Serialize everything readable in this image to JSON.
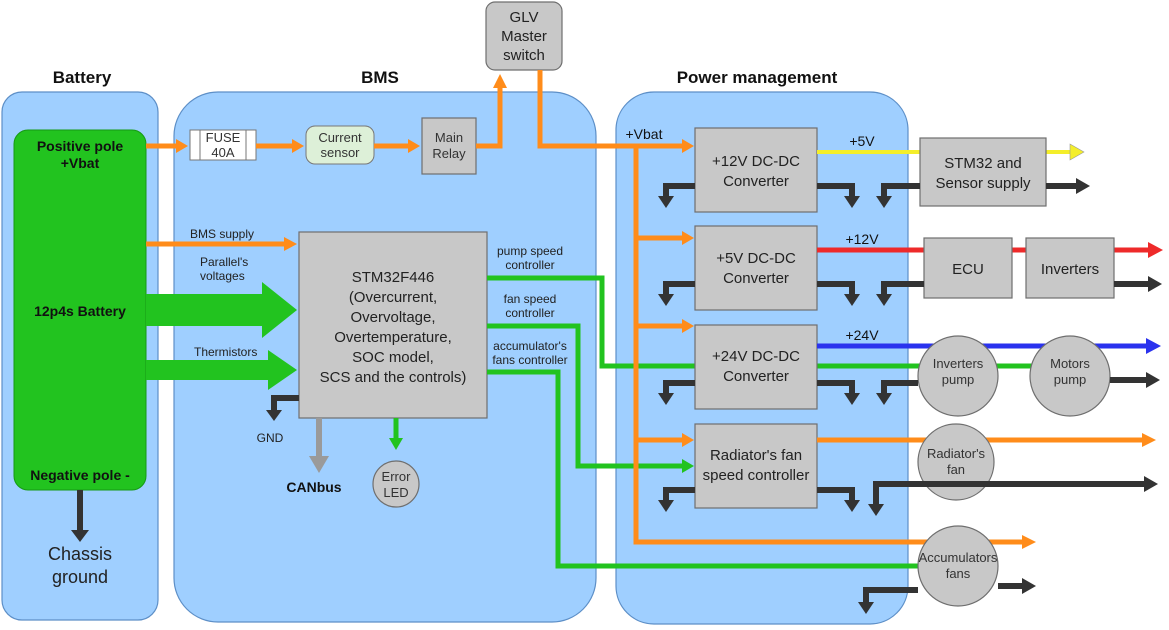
{
  "headers": {
    "battery": "Battery",
    "bms": "BMS",
    "power": "Power management"
  },
  "battery": {
    "pos_line1": "Positive pole",
    "pos_line2": "+Vbat",
    "name": "12p4s Battery",
    "neg": "Negative pole -",
    "chassis_line1": "Chassis",
    "chassis_line2": "ground"
  },
  "glv": {
    "line1": "GLV",
    "line2": "Master",
    "line3": "switch"
  },
  "fuse": {
    "line1": "FUSE",
    "line2": "40A"
  },
  "current_sensor": {
    "line1": "Current",
    "line2": "sensor"
  },
  "main_relay": {
    "line1": "Main",
    "line2": "Relay"
  },
  "mcu": {
    "lines": [
      "STM32F446",
      "(Overcurrent,",
      "Overvoltage,",
      "Overtemperature,",
      "SOC model,",
      "SCS and the controls)"
    ]
  },
  "bms_labels": {
    "bms_supply": "BMS supply",
    "parallels_1": "Parallel's",
    "parallels_2": "voltages",
    "thermistors": "Thermistors",
    "pump_1": "pump speed",
    "pump_2": "controller",
    "fan_1": "fan speed",
    "fan_2": "controller",
    "acc_1": "accumulator's",
    "acc_2": "fans controller",
    "gnd": "GND",
    "canbus": "CANbus",
    "error_1": "Error",
    "error_2": "LED"
  },
  "power": {
    "vbat": "+Vbat",
    "dc12_1": "+12V DC-DC",
    "dc12_2": "Converter",
    "dc5_1": "+5V DC-DC",
    "dc5_2": "Converter",
    "dc24_1": "+24V DC-DC",
    "dc24_2": "Converter",
    "rad_1": "Radiator's fan",
    "rad_2": "speed controller",
    "v5": "+5V",
    "v12": "+12V",
    "v24": "+24V",
    "stm_1": "STM32 and",
    "stm_2": "Sensor supply",
    "ecu": "ECU",
    "inverters": "Inverters",
    "inv_pump_1": "Inverters",
    "inv_pump_2": "pump",
    "motors_pump_1": "Motors",
    "motors_pump_2": "pump",
    "rad_fan_1": "Radiator's",
    "rad_fan_2": "fan",
    "acc_fans_1": "Accumulators",
    "acc_fans_2": "fans"
  },
  "colors": {
    "region": "#9fcfff",
    "battery_green": "#22c31f",
    "orange": "#ff8c1a",
    "green": "#22c31f",
    "ground": "#333333",
    "yellow": "#f4ee2a",
    "red": "#ee2a2a",
    "blue": "#2a32ee",
    "box_gray": "#c8c8c8"
  }
}
